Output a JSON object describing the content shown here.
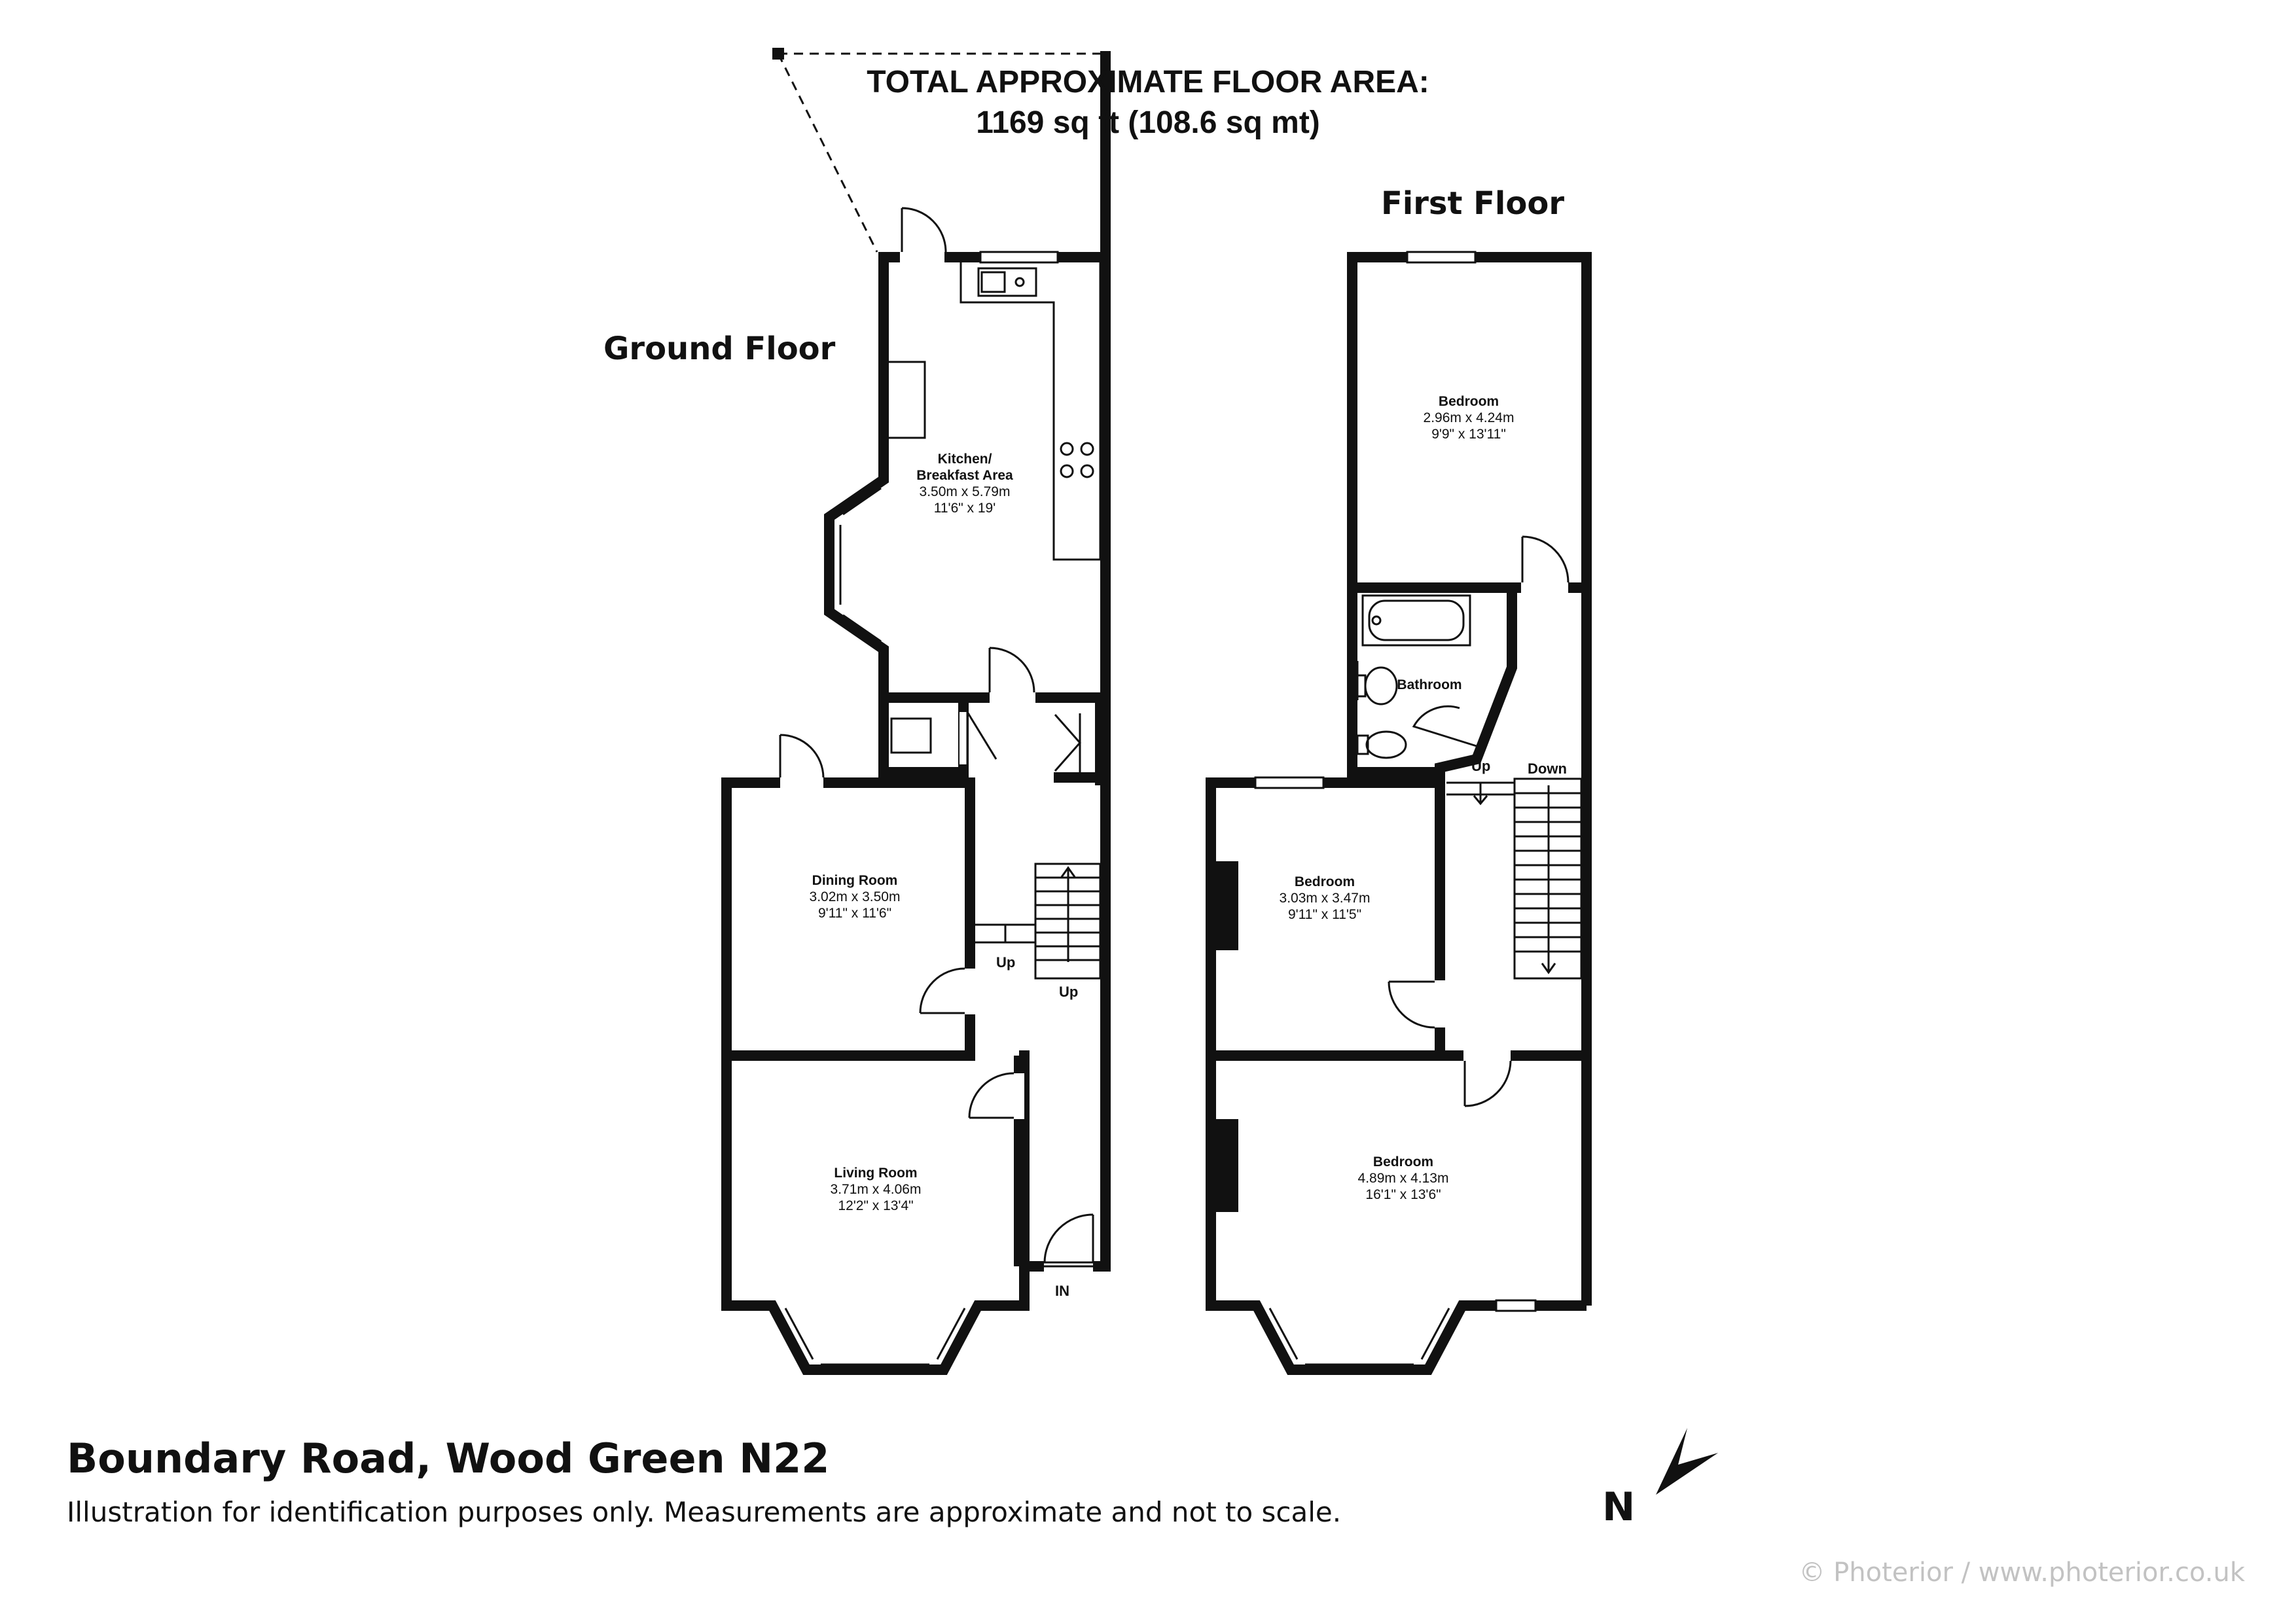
{
  "header": {
    "line1": "TOTAL APPROXIMATE FLOOR AREA:",
    "line2": "1169 sq ft (108.6 sq mt)"
  },
  "floors": {
    "ground": "Ground Floor",
    "first": "First Floor"
  },
  "rooms": {
    "kitchen": {
      "name": "Kitchen/",
      "name2": "Breakfast Area",
      "metric": "3.50m x 5.79m",
      "imperial": "11'6\"  x 19'"
    },
    "dining": {
      "name": "Dining Room",
      "metric": "3.02m x 3.50m",
      "imperial": "9'11\"  x 11'6\""
    },
    "living": {
      "name": "Living Room",
      "metric": "3.71m x 4.06m",
      "imperial": "12'2\"  x 13'4\""
    },
    "bed_rear": {
      "name": "Bedroom",
      "metric": "2.96m x 4.24m",
      "imperial": "9'9\"  x 13'11\""
    },
    "bathroom": {
      "name": "Bathroom"
    },
    "bed_middle": {
      "name": "Bedroom",
      "metric": "3.03m x 3.47m",
      "imperial": "9'11\"  x 11'5\""
    },
    "bed_front": {
      "name": "Bedroom",
      "metric": "4.89m x 4.13m",
      "imperial": "16'1\"  x 13'6\""
    }
  },
  "labels": {
    "up_ground_a": "Up",
    "up_ground_b": "Up",
    "in": "IN",
    "up_first": "Up",
    "down_first": "Down"
  },
  "footer": {
    "address": "Boundary Road, Wood Green N22",
    "disclaimer": "Illustration for identification purposes only. Measurements are approximate and not to scale.",
    "credit": "© Photerior / www.photerior.co.uk",
    "north": "N"
  }
}
